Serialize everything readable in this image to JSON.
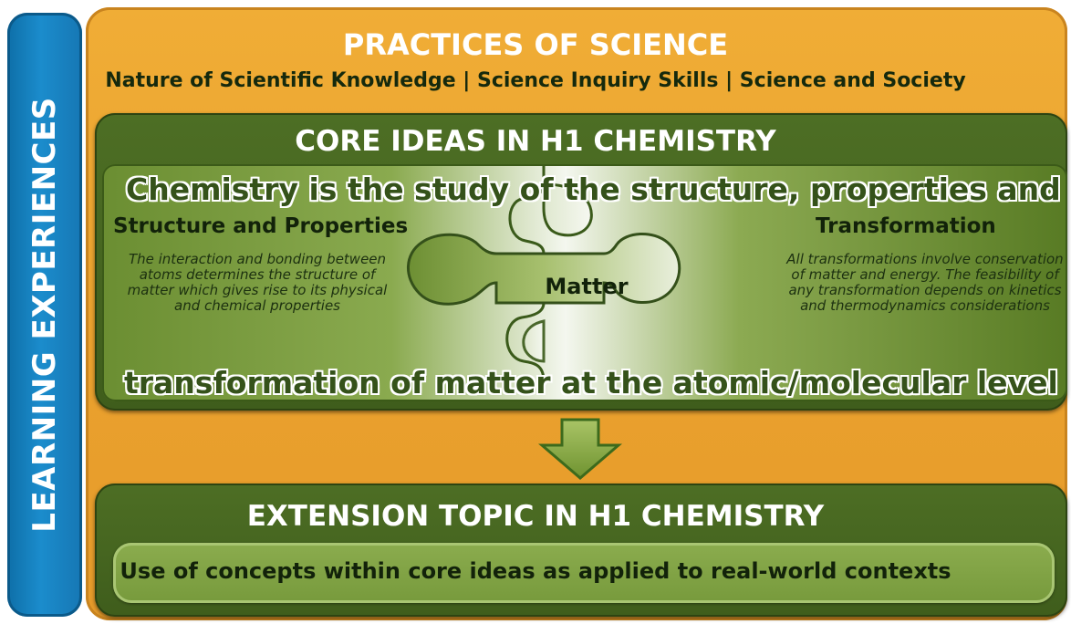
{
  "sidebar": {
    "label": "LEARNING EXPERIENCES"
  },
  "practices": {
    "title": "PRACTICES OF SCIENCE",
    "subtitle": "Nature of Scientific Knowledge | Science Inquiry Skills | Science and Society"
  },
  "core": {
    "title": "CORE IDEAS IN H1 CHEMISTRY",
    "statement_line1": "Chemistry is the study of the structure, properties and",
    "statement_line2": "transformation of matter at the atomic/molecular level",
    "center_label": "Matter",
    "left": {
      "title": "Structure and Properties",
      "description": "The interaction and bonding between atoms determines the structure of matter which gives rise to its physical and chemical properties"
    },
    "right": {
      "title": "Transformation",
      "description": "All transformations involve conservation of matter and energy.  The feasibility of any transformation depends on kinetics and thermodynamics considerations"
    }
  },
  "extension": {
    "title": "EXTENSION TOPIC IN H1 CHEMISTRY",
    "text": "Use of concepts within core ideas as applied to real-world contexts"
  },
  "colors": {
    "sidebar_blue": "#1677b4",
    "practices_orange": "#eaa12e",
    "core_green": "#4d6e24",
    "arrow_green": "#7fa83a"
  }
}
